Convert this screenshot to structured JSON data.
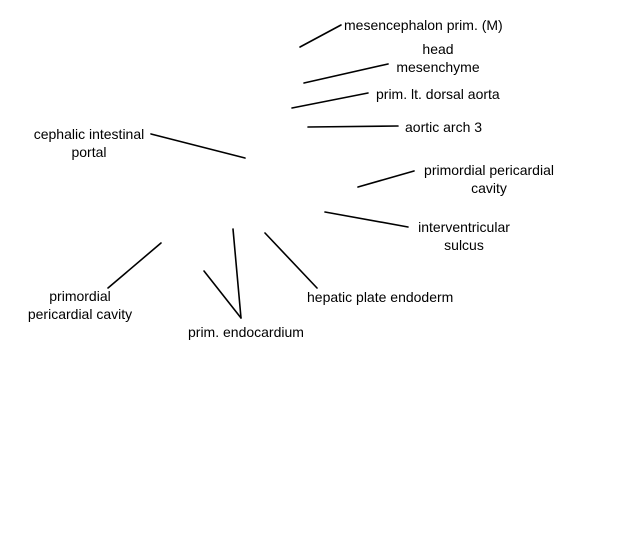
{
  "diagram": {
    "labels": {
      "mesencephalon": "mesencephalon prim. (M)",
      "head_mesenchyme": "head\nmesenchyme",
      "dorsal_aorta": "prim. lt. dorsal aorta",
      "aortic_arch": "aortic arch 3",
      "cephalic_portal": "cephalic intestinal\nportal",
      "pericardial_cavity_right": "primordial pericardial\ncavity",
      "interventricular_sulcus": "interventricular\nsulcus",
      "hepatic_plate": "hepatic plate endoderm",
      "pericardial_cavity_left": "primordial\npericardial cavity",
      "endocardium": "prim. endocardium"
    },
    "colors": {
      "background": "#ffffff",
      "line": "#000000",
      "text": "#000000"
    }
  }
}
